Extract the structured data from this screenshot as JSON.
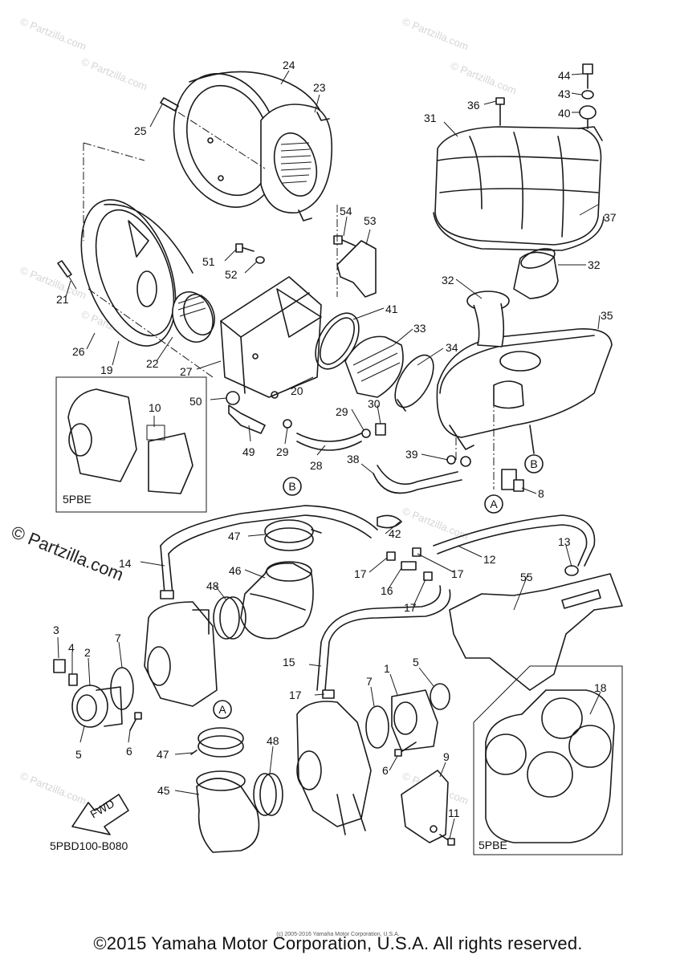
{
  "watermarks": [
    "© Partzilla.com"
  ],
  "side_watermark": "© Partzilla.com",
  "diagram_code": "5PBD100-B080",
  "fwd_label": "FWD",
  "inset_label_1": "5PBE",
  "inset_label_2": "5PBE",
  "copyright": "©2015 Yamaha Motor Corporation, U.S.A. All rights reserved.",
  "small_copyright": "(c) 2005-2016 Yamaha Motor Corporation, U.S.A.",
  "connector_labels": {
    "a": "A",
    "b": "B"
  },
  "callouts": {
    "c44": "44",
    "c43": "43",
    "c40": "40",
    "c36": "36",
    "c31": "31",
    "c37": "37",
    "c24": "24",
    "c23": "23",
    "c25": "25",
    "c54": "54",
    "c53": "53",
    "c51": "51",
    "c52": "52",
    "c21": "21",
    "c26": "26",
    "c19": "19",
    "c22": "22",
    "c27": "27",
    "c41": "41",
    "c33": "33",
    "c34": "34",
    "c35": "35",
    "c32a": "32",
    "c32b": "32",
    "c20": "20",
    "c50": "50",
    "c49": "49",
    "c29a": "29",
    "c29b": "29",
    "c30": "30",
    "c28": "28",
    "c38": "38",
    "c39": "39",
    "c8": "8",
    "c10": "10",
    "c47a": "47",
    "c42": "42",
    "c12": "12",
    "c13": "13",
    "c14": "14",
    "c48a": "48",
    "c46": "46",
    "c17a": "17",
    "c17b": "17",
    "c16": "16",
    "c17c": "17",
    "c55": "55",
    "c3": "3",
    "c4": "4",
    "c2": "2",
    "c7a": "7",
    "c5a": "5",
    "c6a": "6",
    "c15": "15",
    "c1": "1",
    "c5b": "5",
    "c17d": "17",
    "c7b": "7",
    "c18": "18",
    "c6b": "6",
    "c9": "9",
    "c47b": "47",
    "c48b": "48",
    "c45": "45",
    "c11": "11"
  }
}
